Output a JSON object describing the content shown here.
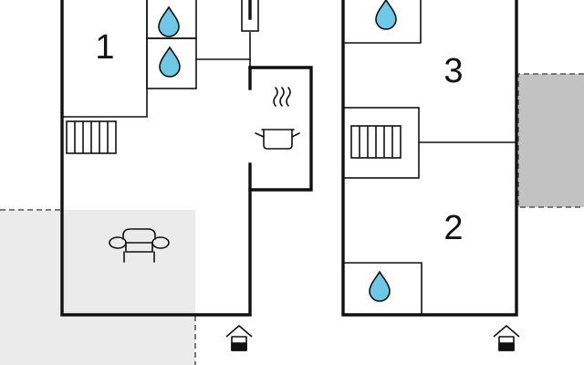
{
  "floorplan": {
    "rooms": [
      {
        "number": "1",
        "type": "bedroom"
      },
      {
        "number": "2",
        "type": "bedroom"
      },
      {
        "number": "3",
        "type": "bedroom"
      }
    ],
    "symbols": [
      "water-drop-icon",
      "water-drop-icon",
      "water-drop-icon",
      "water-drop-icon",
      "stairs-icon",
      "stairs-icon",
      "cooking-pot-icon",
      "sofa-icon",
      "entrance-icon",
      "entrance-icon"
    ],
    "colors": {
      "wall": "#111111",
      "outdoor_dashed": "#555555",
      "terrace_fill": "#ebebeb",
      "shaded_area": "#c2c2c2",
      "water_drop": "#6ec8e6"
    }
  }
}
